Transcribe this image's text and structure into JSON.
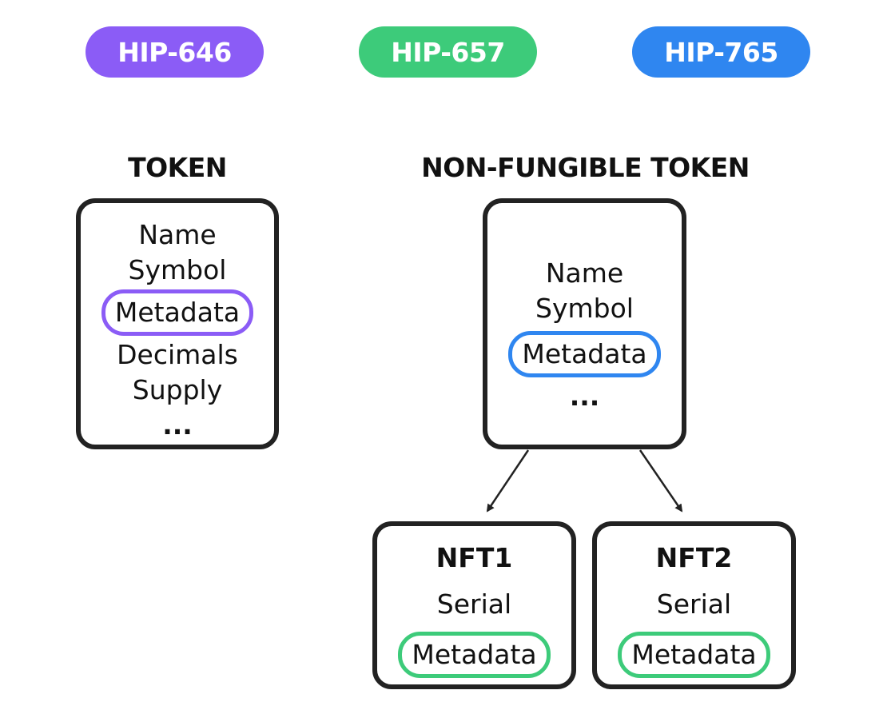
{
  "badges": [
    {
      "label": "HIP-646",
      "color": "#8B5CF6"
    },
    {
      "label": "HIP-657",
      "color": "#3DCB7A"
    },
    {
      "label": "HIP-765",
      "color": "#2F86F0"
    }
  ],
  "token": {
    "title": "TOKEN",
    "fields": [
      "Name",
      "Symbol",
      "Metadata",
      "Decimals",
      "Supply",
      "..."
    ],
    "highlight_color": "#8B5CF6"
  },
  "nft_collection": {
    "title": "NON-FUNGIBLE TOKEN",
    "fields": [
      "Name",
      "Symbol",
      "Metadata",
      "..."
    ],
    "highlight_color": "#2F86F0"
  },
  "nfts": [
    {
      "title": "NFT1",
      "fields": [
        "Serial",
        "Metadata"
      ]
    },
    {
      "title": "NFT2",
      "fields": [
        "Serial",
        "Metadata"
      ]
    }
  ],
  "nft_highlight_color": "#3DCB7A"
}
